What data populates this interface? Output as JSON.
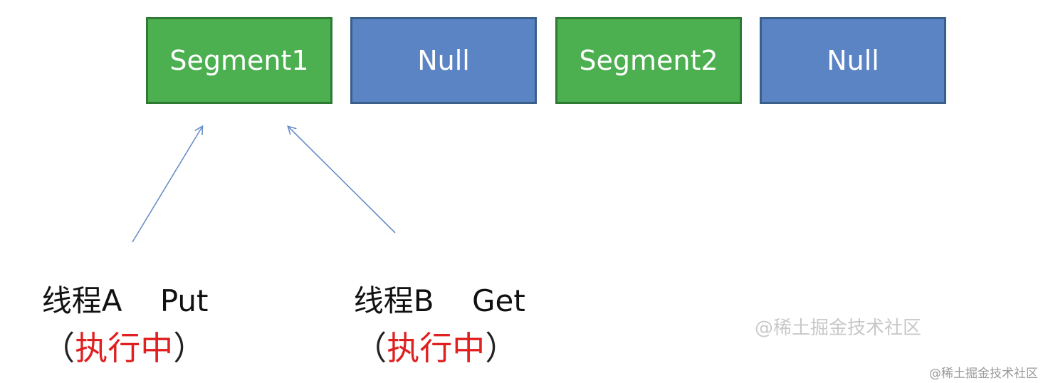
{
  "segments": [
    {
      "label": "Segment1",
      "color": "#4caf50"
    },
    {
      "label": "Null",
      "color": "#5b84c4"
    },
    {
      "label": "Segment2",
      "color": "#4caf50"
    },
    {
      "label": "Null",
      "color": "#5b84c4"
    }
  ],
  "threads": [
    {
      "name": "线程A",
      "op": "Put",
      "open_paren": "（",
      "status": "执行中",
      "close_paren": "）"
    },
    {
      "name": "线程B",
      "op": "Get",
      "open_paren": "（",
      "status": "执行中",
      "close_paren": "）"
    }
  ],
  "colors": {
    "arrow": "#6a8ec8",
    "status_text": "#e02020"
  },
  "watermark": "@稀土掘金技术社区",
  "watermark_corner": "@稀土掘金技术社区"
}
